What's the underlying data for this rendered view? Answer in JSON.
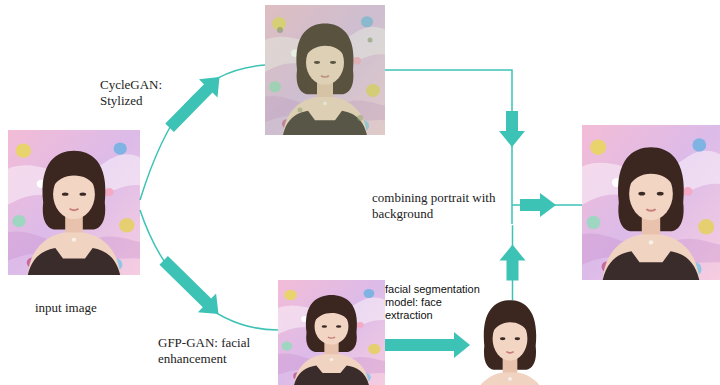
{
  "diagram": {
    "nodes": [
      {
        "text": [
          "input image"
        ]
      },
      {
        "text": [
          "CycleGAN: Stylized"
        ]
      },
      {
        "text": [
          "GFP-GAN: facial enhancement"
        ]
      },
      {
        "text": [
          "facial segmentation model: face extraction"
        ]
      },
      {
        "text": [
          "combining portrait with background"
        ]
      }
    ],
    "edges": [
      {
        "from": 0,
        "to": 1,
        "arrow": "to"
      },
      {
        "from": 0,
        "to": 2,
        "arrow": "to"
      },
      {
        "from": 2,
        "to": 3,
        "arrow": "to"
      },
      {
        "from": 1,
        "to": 4,
        "arrow": "to"
      },
      {
        "from": 3,
        "to": 4,
        "arrow": "to"
      }
    ]
  }
}
